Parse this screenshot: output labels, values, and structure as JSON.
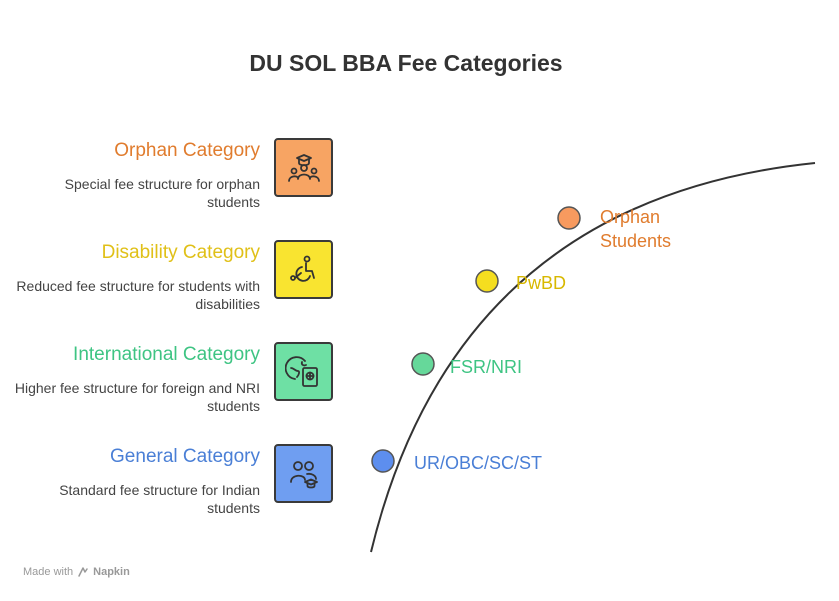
{
  "title": "DU SOL BBA Fee Categories",
  "categories": [
    {
      "title": "Orphan Category",
      "desc": "Special fee structure for orphan students",
      "color": "#e07c2e",
      "fill": "#f7a463",
      "icon": "graduate-group-icon"
    },
    {
      "title": "Disability Category",
      "desc": "Reduced fee structure for students with disabilities",
      "color": "#e0c018",
      "fill": "#f9e430",
      "icon": "wheelchair-icon"
    },
    {
      "title": "International Category",
      "desc": "Higher fee structure for foreign and NRI students",
      "color": "#3ec483",
      "fill": "#6ee0a4",
      "icon": "globe-passport-icon"
    },
    {
      "title": "General Category",
      "desc": "Standard fee structure for Indian students",
      "color": "#4a7fd6",
      "fill": "#6f9ef1",
      "icon": "students-icon"
    }
  ],
  "arc_points": [
    {
      "label_line1": "Orphan",
      "label_line2": "Students",
      "color": "#e07c2e",
      "fill": "#f79a5f"
    },
    {
      "label_line1": "PwBD",
      "label_line2": "",
      "color": "#d8b800",
      "fill": "#f5de1f"
    },
    {
      "label_line1": "FSR/NRI",
      "label_line2": "",
      "color": "#3ec483",
      "fill": "#66d89a"
    },
    {
      "label_line1": "UR/OBC/SC/ST",
      "label_line2": "",
      "color": "#4a7fd6",
      "fill": "#5d8eee"
    }
  ],
  "footer": {
    "made_with": "Made with",
    "brand": "Napkin"
  }
}
